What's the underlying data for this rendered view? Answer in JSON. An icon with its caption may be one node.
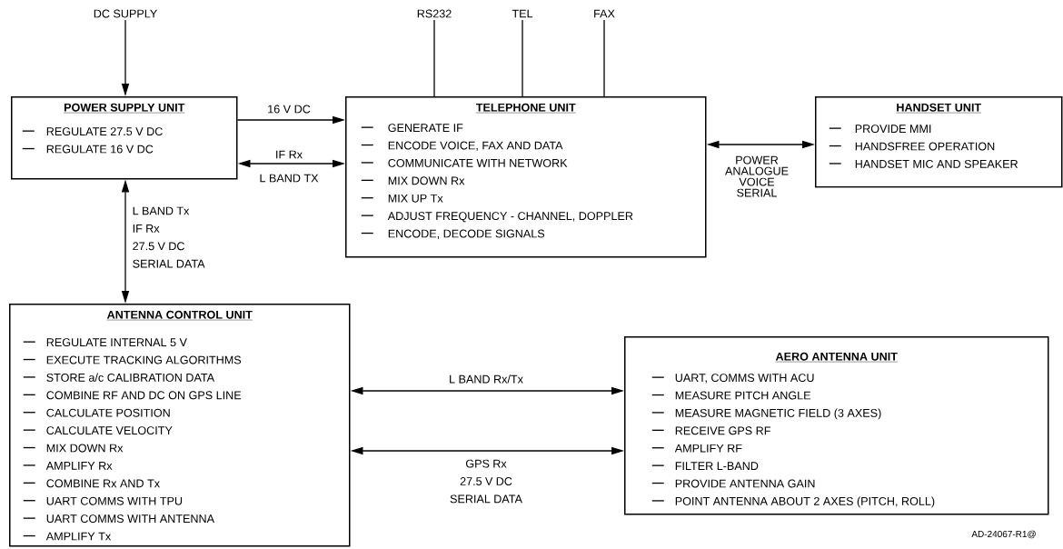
{
  "diagram": {
    "nodes": [
      {
        "text": [
          "DC SUPPLY"
        ]
      },
      {
        "text": [
          "RS232"
        ]
      },
      {
        "text": [
          "TEL"
        ]
      },
      {
        "text": [
          "FAX"
        ]
      },
      {
        "text": [
          "POWER SUPPLY UNIT",
          "REGULATE 27.5 V DC",
          "REGULATE 16 V DC"
        ]
      },
      {
        "text": [
          "TELEPHONE UNIT",
          "GENERATE IF",
          "ENCODE VOICE, FAX AND DATA",
          "COMMUNICATE WITH NETWORK",
          "MIX DOWN Rx",
          "MIX UP Tx",
          "ADJUST FREQUENCY - CHANNEL, DOPPLER",
          "ENCODE, DECODE SIGNALS"
        ]
      },
      {
        "text": [
          "HANDSET UNIT",
          "PROVIDE MMI",
          "HANDSFREE OPERATION",
          "HANDSET MIC AND SPEAKER"
        ]
      },
      {
        "text": [
          "ANTENNA CONTROL UNIT",
          "REGULATE INTERNAL 5 V",
          "EXECUTE TRACKING ALGORITHMS",
          "STORE a/c CALIBRATION DATA",
          "COMBINE RF AND DC ON GPS LINE",
          "CALCULATE POSITION",
          "CALCULATE VELOCITY",
          "MIX DOWN Rx",
          "AMPLIFY Rx",
          "COMBINE Rx AND Tx",
          "UART COMMS WITH TPU",
          "UART COMMS WITH ANTENNA",
          "AMPLIFY Tx"
        ]
      },
      {
        "text": [
          "AERO ANTENNA UNIT",
          "UART, COMMS WITH ACU",
          "MEASURE PITCH ANGLE",
          "MEASURE MAGNETIC FIELD (3 AXES)",
          "RECEIVE GPS RF",
          "AMPLIFY RF",
          "FILTER L-BAND",
          "PROVIDE ANTENNA GAIN",
          "POINT ANTENNA ABOUT 2 AXES (PITCH,  ROLL)"
        ]
      }
    ],
    "edges": [
      {
        "from": 0,
        "to": 4,
        "arrow": "to"
      },
      {
        "from": 1,
        "to": 5,
        "arrow": "none"
      },
      {
        "from": 2,
        "to": 5,
        "arrow": "none"
      },
      {
        "from": 3,
        "to": 5,
        "arrow": "none"
      },
      {
        "from": 4,
        "to": 5,
        "arrow": "to",
        "label": "16 V DC"
      },
      {
        "from": 4,
        "to": 5,
        "arrow": "both",
        "label": "IF Rx"
      },
      {
        "from": 5,
        "to": 6,
        "arrow": "both",
        "label": "POWER ANALOGUE VOICE SERIAL"
      },
      {
        "from": 4,
        "to": 7,
        "arrow": "both",
        "label": "L BAND Tx IF Rx 27.5 V DC SERIAL DATA"
      },
      {
        "from": 7,
        "to": 8,
        "arrow": "both",
        "label": "L BAND Rx/Tx"
      },
      {
        "from": 7,
        "to": 8,
        "arrow": "both",
        "label": "GPS Rx 27.5 V DC SERIAL DATA"
      }
    ],
    "labels": [
      "L BAND TX",
      "AD-24067-R1@"
    ]
  }
}
